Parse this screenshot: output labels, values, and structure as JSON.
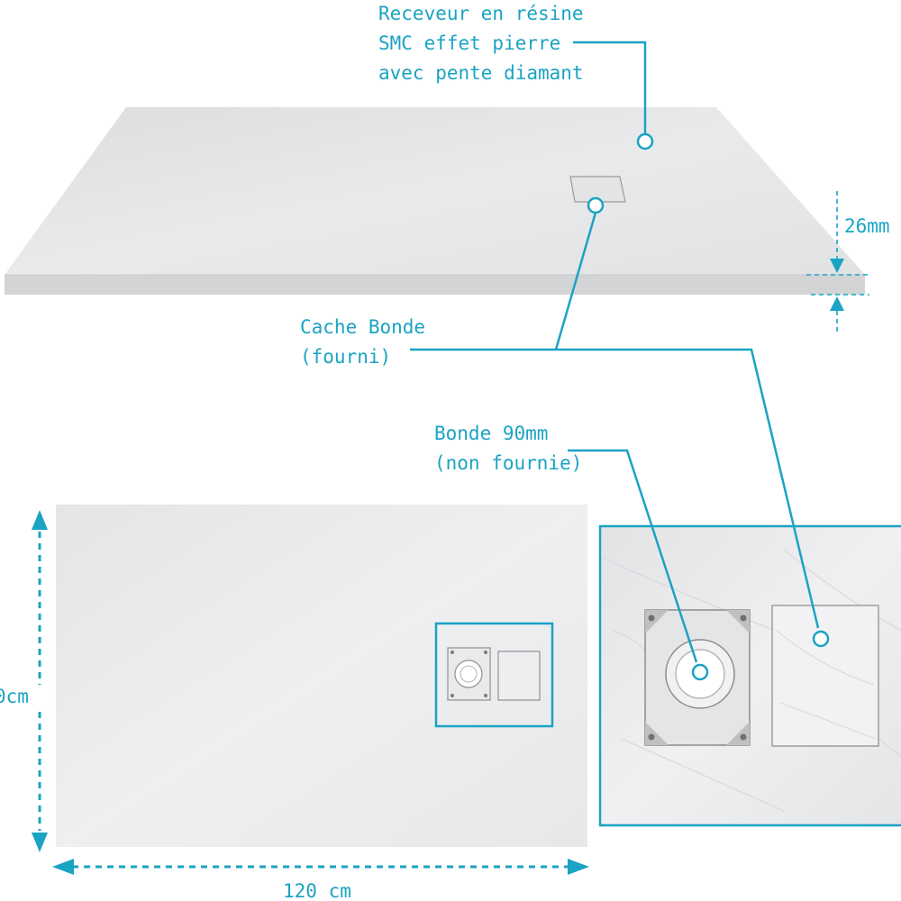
{
  "labels": {
    "top_tray": [
      "Receveur en résine",
      "SMC effet pierre",
      "avec pente diamant"
    ],
    "cache_bonde": [
      "Cache Bonde",
      "(fourni)"
    ],
    "bonde": [
      "Bonde 90mm",
      "(non fournie)"
    ]
  },
  "dimensions": {
    "thickness": "26mm",
    "height": "0cm",
    "width": "120 cm"
  },
  "colors": {
    "accent": "#1aa3c3",
    "tray_top": "#e6e7e9",
    "tray_edge": "#d5d6d8",
    "closeup_bg": "#ececee"
  }
}
